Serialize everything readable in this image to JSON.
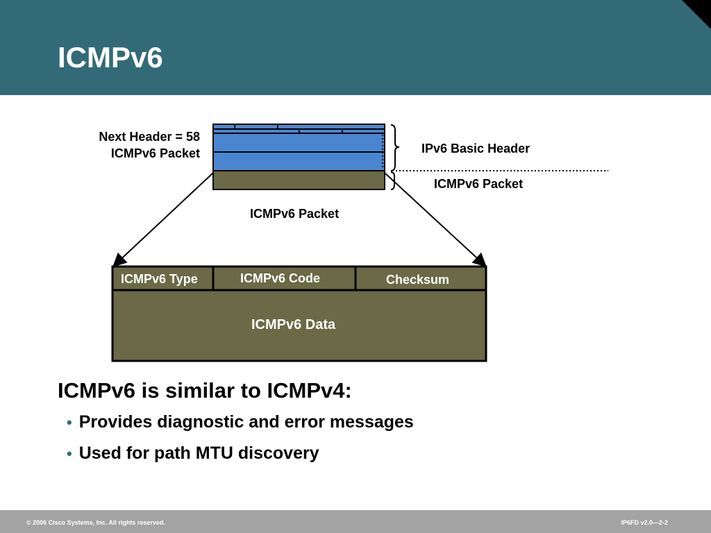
{
  "slide": {
    "title": "ICMPv6"
  },
  "diagram": {
    "next_header_label": "Next Header = 58",
    "next_header_sub": "ICMPv6 Packet",
    "ipv6_basic_header": "IPv6 Basic Header",
    "icmpv6_packet_right": "ICMPv6 Packet",
    "icmpv6_packet_center": "ICMPv6 Packet",
    "fields": {
      "type": "ICMPv6 Type",
      "code": "ICMPv6 Code",
      "checksum": "Checksum",
      "data": "ICMPv6 Data"
    },
    "colors": {
      "header_blue": "#4a86d0",
      "payload_olive": "#6b6946",
      "title_teal": "#336a78"
    }
  },
  "content": {
    "headline": "ICMPv6 is similar to ICMPv4:",
    "bullets": [
      "Provides diagnostic and error messages",
      "Used for path MTU discovery"
    ]
  },
  "footer": {
    "copyright": "© 2006 Cisco Systems, Inc. All rights reserved.",
    "course": "IP6FD v2.0—2-2"
  }
}
